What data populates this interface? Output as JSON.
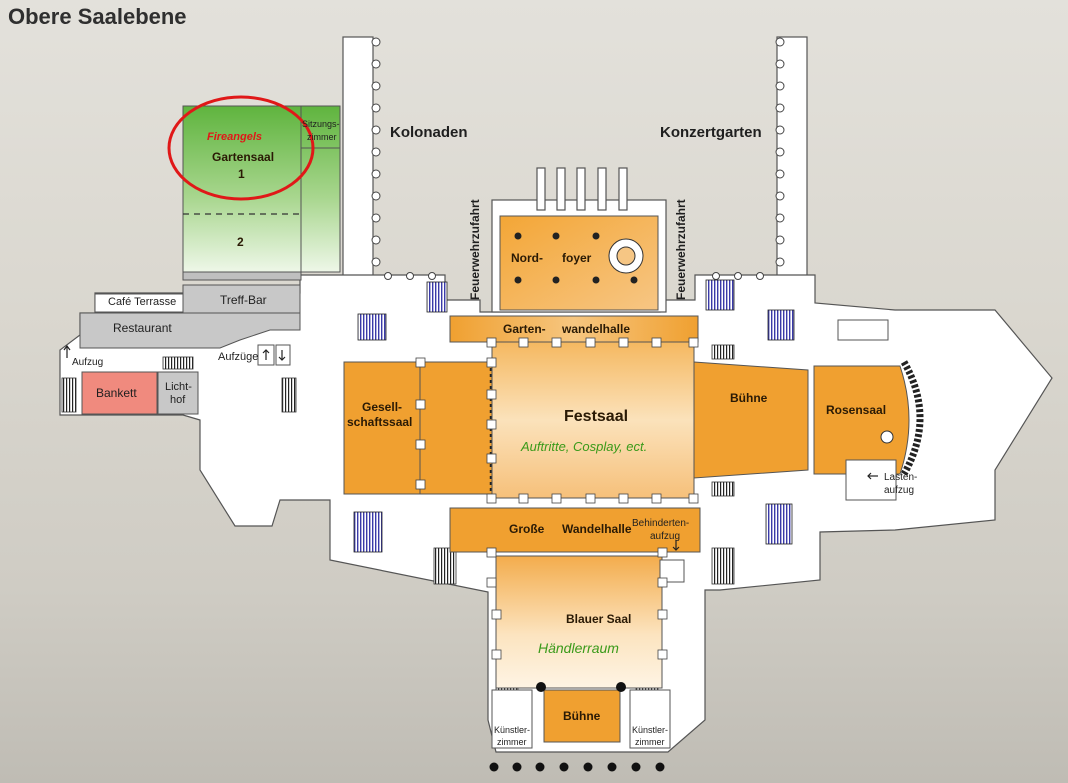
{
  "title": "Obere Saalebene",
  "areas": {
    "kolonaden": "Kolonaden",
    "konzertgarten": "Konzertgarten",
    "feuerwehrzufahrt_left": "Feuerwehrzufahrt",
    "feuerwehrzufahrt_right": "Feuerwehrzufahrt"
  },
  "rooms": {
    "gartensaal": "Gartensaal",
    "gartensaal_1": "1",
    "gartensaal_2": "2",
    "sitzungszimmer_1": "Sitzungs-",
    "sitzungszimmer_2": "zimmer",
    "cafe_terrasse": "Café Terrasse",
    "treff_bar": "Treff-Bar",
    "restaurant": "Restaurant",
    "aufzug": "Aufzug",
    "aufzuege": "Aufzüge",
    "bankett": "Bankett",
    "lichthof_1": "Licht-",
    "lichthof_2": "hof",
    "nordfoyer_1": "Nord-",
    "nordfoyer_2": "foyer",
    "gartenwandelhalle_1": "Garten-",
    "gartenwandelhalle_2": "wandelhalle",
    "gesellschaftssaal_1": "Gesell-",
    "gesellschaftssaal_2": "schaftssaal",
    "festsaal": "Festsaal",
    "buehne_east": "Bühne",
    "rosensaal": "Rosensaal",
    "lastenaufzug_1": "Lasten-",
    "lastenaufzug_2": "aufzug",
    "grosse": "Große",
    "wandelhalle": "Wandelhalle",
    "behindertenaufzug_1": "Behinderten-",
    "behindertenaufzug_2": "aufzug",
    "blauer_saal": "Blauer Saal",
    "buehne_south": "Bühne",
    "kuenstlerzimmer_left_1": "Künstler-",
    "kuenstlerzimmer_left_2": "zimmer",
    "kuenstlerzimmer_right_1": "Künstler-",
    "kuenstlerzimmer_right_2": "zimmer"
  },
  "annotations": {
    "fireangels": "Fireangels",
    "festsaal_use": "Auftritte, Cosplay, ect.",
    "blauer_saal_use": "Händlerraum"
  },
  "colors": {
    "orange": "#f0a030",
    "orange_light": "#fbe3b8",
    "green": "#6cbb4c",
    "green_light": "#eaf5e2",
    "grey": "#c8c8c8",
    "bankett": "#f08a7e",
    "stairs_blue": "#3a3aa8",
    "highlight_red": "#e01818",
    "annotation_green": "#3a9a1a"
  }
}
